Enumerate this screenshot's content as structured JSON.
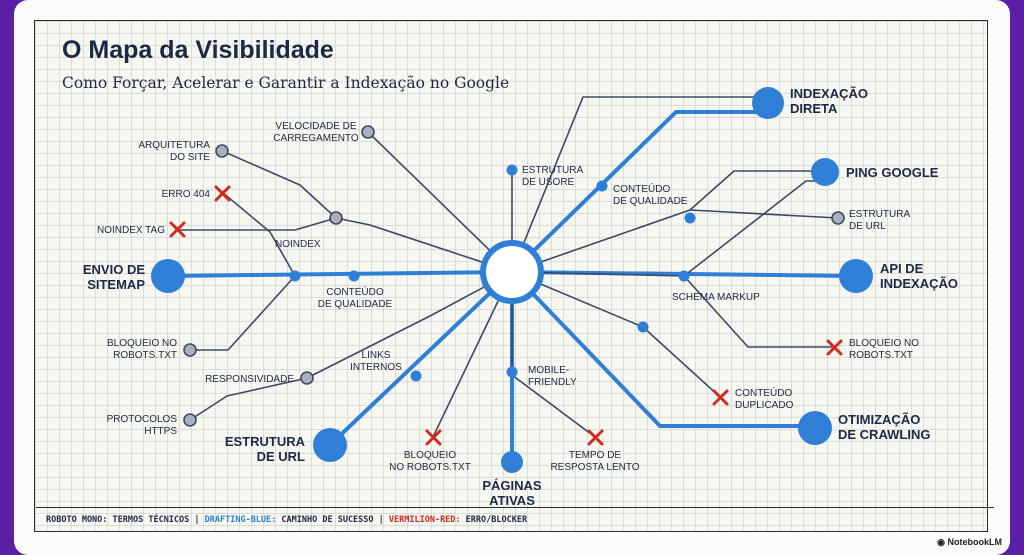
{
  "header": {
    "title": "O Mapa da Visibilidade",
    "subtitle": "Como Forçar, Acelerar e Garantir a Indexação no Google"
  },
  "nodes": {
    "indexacao_direta": [
      "INDEXAÇÃO",
      "DIRETA"
    ],
    "ping_google": [
      "PING GOOGLE"
    ],
    "estrutura_url_right": [
      "ESTRUTURA",
      "DE URL"
    ],
    "api_indexacao": [
      "API DE",
      "INDEXAÇÃO"
    ],
    "schema_markup": [
      "SCHEMA MARKUP"
    ],
    "bloqueio_right": [
      "BLOQUEIO NO",
      "ROBOTS.TXT"
    ],
    "conteudo_duplicado": [
      "CONTEÚDO",
      "DUPLICADO"
    ],
    "otimizacao_crawling": [
      "OTIMIZAÇÃO",
      "DE CRAWLING"
    ],
    "tempo_resposta": [
      "TEMPO DE",
      "RESPOSTA LENTO"
    ],
    "mobile_friendly": [
      "MOBILE-",
      "FRIENDLY"
    ],
    "paginas_ativas": [
      "PÁGINAS",
      "ATIVAS"
    ],
    "bloqueio_bottom": [
      "BLOQUEIO",
      "NO ROBOTS.TXT"
    ],
    "estrutura_url_left": [
      "ESTRUTURA",
      "DE URL"
    ],
    "links_internos": [
      "LINKS",
      "INTERNOS"
    ],
    "responsividade": [
      "RESPONSIVIDADE"
    ],
    "protocolos_https": [
      "PROTOCOLOS",
      "HTTPS"
    ],
    "bloqueio_left": [
      "BLOQUEIO NO",
      "ROBOTS.TXT"
    ],
    "conteudo_qualidade_left": [
      "CONTEÚDO",
      "DE QUALIDADE"
    ],
    "envio_sitemap": [
      "ENVIO DE",
      "SITEMAP"
    ],
    "noindex": [
      "NOINDEX"
    ],
    "noindex_tag": [
      "NOINDEX TAG"
    ],
    "erro_404": [
      "ERRO 404"
    ],
    "arquitetura_site": [
      "ARQUITETURA",
      "DO SITE"
    ],
    "velocidade": [
      "VELOCIDADE DE",
      "CARREGAMENTO"
    ],
    "estrutura_usore": [
      "ESTRUTURA",
      "DE USORE"
    ],
    "conteudo_qualidade_right": [
      "CONTEÚDO",
      "DE QUALIDADE"
    ]
  },
  "legend": {
    "part1": "ROBOTO MONO: TERMOS TÉCNICOS | ",
    "part2": "DRAFTING-BLUE:",
    "part3": " CAMINHO DE SUCESSO | ",
    "part4": "VERMILION-RED:",
    "part5": " ERRO/BLOCKER"
  },
  "brand": "NotebookLM",
  "colors": {
    "blue": "#2f7fd6",
    "dark": "#3a4a66",
    "red": "#d22a1e",
    "navy": "#1b2a44"
  }
}
